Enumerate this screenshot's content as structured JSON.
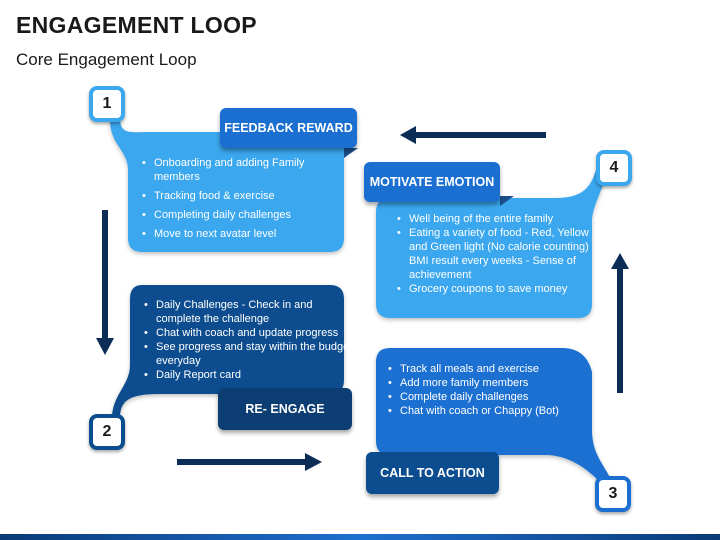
{
  "header": {
    "title": "ENGAGEMENT LOOP",
    "subtitle": "Core Engagement Loop"
  },
  "colors": {
    "light_blue": "#3ba7ef",
    "dark_blue": "#0b4d8f",
    "mid_blue": "#1a6fd1",
    "navy": "#0c2d55"
  },
  "steps": [
    {
      "number": "1",
      "label": "FEEDBACK REWARD",
      "items": [
        "Onboarding and adding Family members",
        "Tracking food & exercise",
        "Completing daily challenges",
        "Move to next avatar level"
      ]
    },
    {
      "number": "2",
      "label": "RE- ENGAGE",
      "items": [
        "Daily Challenges - Check in and complete the challenge",
        "Chat with coach and update progress",
        "See progress and stay within the budget everyday",
        "Daily Report card"
      ]
    },
    {
      "number": "3",
      "label": "CALL TO ACTION",
      "items": [
        "Track all meals and exercise",
        "Add more family members",
        "Complete daily challenges",
        "Chat with coach or Chappy (Bot)"
      ]
    },
    {
      "number": "4",
      "label": "MOTIVATE EMOTION",
      "items": [
        "Well being of the entire family",
        "Eating a variety of food - Red, Yellow and Green light (No calorie counting) BMI result every weeks - Sense of achievement",
        "Grocery coupons to save money"
      ]
    }
  ]
}
